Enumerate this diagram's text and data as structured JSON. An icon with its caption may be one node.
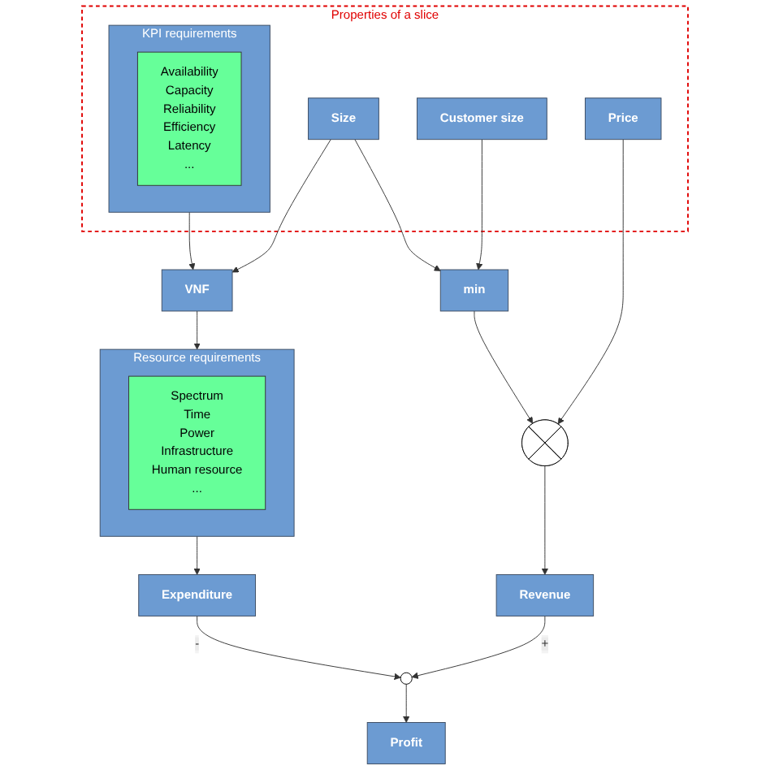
{
  "diagram": {
    "nodes": [
      {
        "text": [
          "Properties of a slice"
        ]
      },
      {
        "text": [
          "KPI requirements"
        ],
        "in": 0
      },
      {
        "text": [
          "Availability",
          "Capacity",
          "Reliability",
          "Efficiency",
          "Latency",
          "..."
        ],
        "in": 1
      },
      {
        "text": [
          "VNF"
        ]
      },
      {
        "text": [
          "Resource requirements"
        ]
      },
      {
        "text": [
          "Spectrum",
          "Time",
          "Power",
          "Infrastructure",
          "Human resource",
          "..."
        ],
        "in": 4
      },
      {
        "text": [
          "Size"
        ],
        "in": 0
      },
      {
        "text": [
          "Expenditure"
        ]
      },
      {
        "text": [
          "Customer size"
        ],
        "in": 0
      },
      {
        "text": [
          "min"
        ]
      },
      {
        "text": [
          "Price"
        ],
        "in": 0
      },
      {
        "text": [],
        "shape": "circle"
      },
      {
        "text": [
          "Revenue"
        ]
      },
      {
        "text": [],
        "shape": "circle"
      },
      {
        "text": [
          "Profit"
        ]
      }
    ],
    "edges": [
      {
        "from": 1,
        "to": 3,
        "arrow": "to"
      },
      {
        "from": 3,
        "to": 4,
        "arrow": "to"
      },
      {
        "from": 4,
        "to": 7,
        "arrow": "to"
      },
      {
        "from": 6,
        "to": 3,
        "arrow": "to"
      },
      {
        "from": 6,
        "to": 9,
        "arrow": "to"
      },
      {
        "from": 8,
        "to": 9,
        "arrow": "to"
      },
      {
        "from": 9,
        "to": 11,
        "arrow": "to"
      },
      {
        "from": 10,
        "to": 11,
        "arrow": "to"
      },
      {
        "from": 11,
        "to": 12,
        "arrow": "to"
      },
      {
        "from": 12,
        "to": 13,
        "label": "+",
        "arrow": "to"
      },
      {
        "from": 7,
        "to": 13,
        "label": "-",
        "arrow": "to"
      },
      {
        "from": 13,
        "to": 14,
        "arrow": "to"
      }
    ]
  }
}
